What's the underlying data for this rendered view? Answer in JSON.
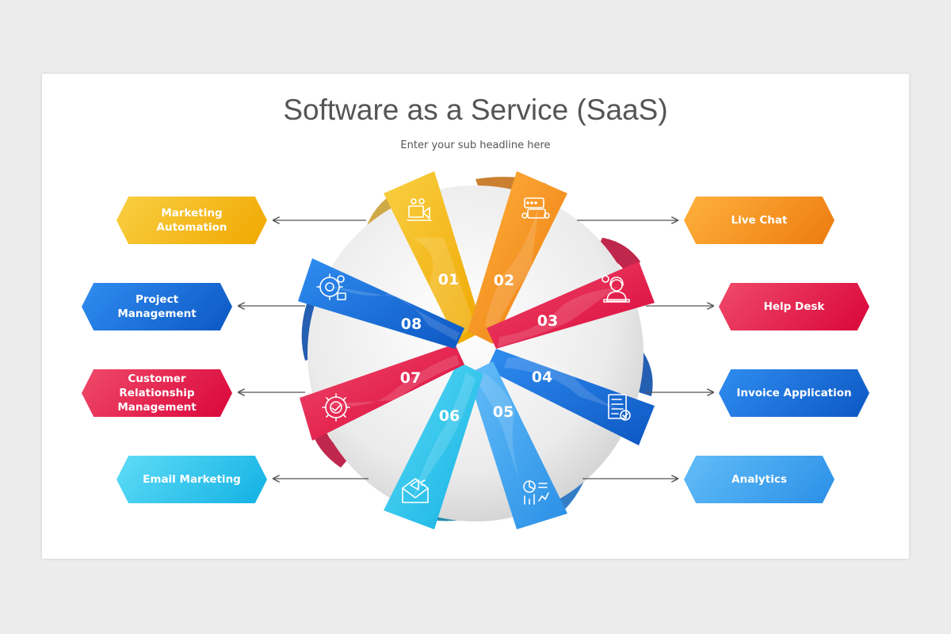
{
  "title": "Software as a Service (SaaS)",
  "subtitle": "Enter your sub headline here",
  "segments": [
    {
      "number": "01",
      "label": "Marketing Automation",
      "icon": "marketing-automation-icon",
      "color": "#f5b619"
    },
    {
      "number": "02",
      "label": "Live Chat",
      "icon": "live-chat-icon",
      "color": "#f39620"
    },
    {
      "number": "03",
      "label": "Help Desk",
      "icon": "help-desk-agent-icon",
      "color": "#e8274d"
    },
    {
      "number": "04",
      "label": "Invoice Application",
      "icon": "invoice-icon",
      "color": "#1e6fd6"
    },
    {
      "number": "05",
      "label": "Analytics",
      "icon": "analytics-chart-icon",
      "color": "#3aa6f0"
    },
    {
      "number": "06",
      "label": "Email Marketing",
      "icon": "email-megaphone-icon",
      "color": "#1fc0ec"
    },
    {
      "number": "07",
      "label": "Customer Relationship Management",
      "icon": "handshake-gear-icon",
      "color": "#e8274d"
    },
    {
      "number": "08",
      "label": "Project Management",
      "icon": "project-gear-icon",
      "color": "#1e6fd6"
    }
  ],
  "left_labels": {
    "marketing_automation": "Marketing Automation",
    "project_management": "Project Management",
    "crm": "Customer Relationship Management",
    "email_marketing": "Email Marketing"
  },
  "right_labels": {
    "live_chat": "Live Chat",
    "help_desk": "Help Desk",
    "invoice_application": "Invoice Application",
    "analytics": "Analytics"
  },
  "colors": {
    "yellow": "#f5b619",
    "orange": "#f39620",
    "red": "#e8274d",
    "blue": "#1e6fd6",
    "light_blue": "#3aa6f0",
    "cyan": "#1fc0ec"
  }
}
